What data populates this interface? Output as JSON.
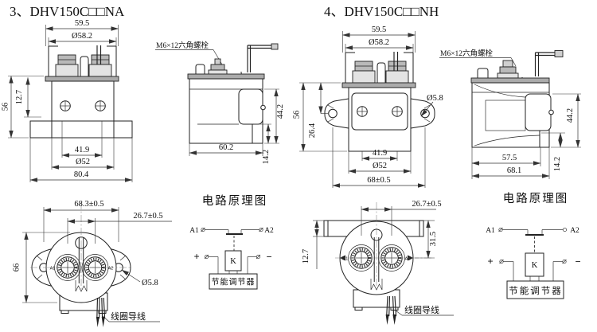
{
  "sections": [
    {
      "title": "3、DHV150C□□NA",
      "front_view": {
        "dim_width": "59.5",
        "dim_diameter": "Ø58.2",
        "dim_height": "56",
        "dim_top_offset": "12.7",
        "dim_screw_pitch": "41.9",
        "dim_body_diameter": "Ø52",
        "dim_flange_width": "80.4"
      },
      "side_view": {
        "bolt_callout": "M6×12六角螺栓",
        "dim_height": "44.2",
        "dim_depth": "60.2",
        "dim_foot_height": "14.2"
      },
      "bottom_view": {
        "dim_ear_span": "68.3±0.5",
        "dim_terminal_pitch": "26.7±0.5",
        "dim_height": "66",
        "dim_hole": "Ø5.8",
        "coil_callout": "线圈导线",
        "terminal_left": "A1",
        "terminal_right": "A2"
      },
      "circuit": {
        "title": "电路原理图",
        "a1": "A1",
        "a2": "A2",
        "coil": "K",
        "plus": "+",
        "minus": "−",
        "controller": "节能调节器"
      }
    },
    {
      "title": "4、DHV150C□□NH",
      "front_view": {
        "dim_width": "59.5",
        "dim_diameter": "Ø58.2",
        "dim_height": "56",
        "dim_top_offset": "26.4",
        "dim_hole": "Ø5.8",
        "dim_screw_pitch": "41.9",
        "dim_body_diameter": "Ø52",
        "dim_ear_span": "68±0.5"
      },
      "side_view": {
        "bolt_callout": "M6×12六角螺栓",
        "dim_height": "44.2",
        "dim_depth_inner": "57.5",
        "dim_depth": "68.1",
        "dim_foot_height": "14.2"
      },
      "bottom_view": {
        "dim_terminal_pitch": "26.7±0.5",
        "dim_bracket": "12.7",
        "dim_offset": "31.5",
        "coil_callout": "线圈导线",
        "terminal_left": "A1",
        "terminal_right": "A2"
      },
      "circuit": {
        "title": "电路原理图",
        "a1": "A1",
        "a2": "A2",
        "coil": "K",
        "plus": "+",
        "minus": "−",
        "controller": "节能调节器"
      }
    }
  ],
  "colors": {
    "line": "#222222",
    "shade": "#ababab",
    "background": "#ffffff"
  }
}
